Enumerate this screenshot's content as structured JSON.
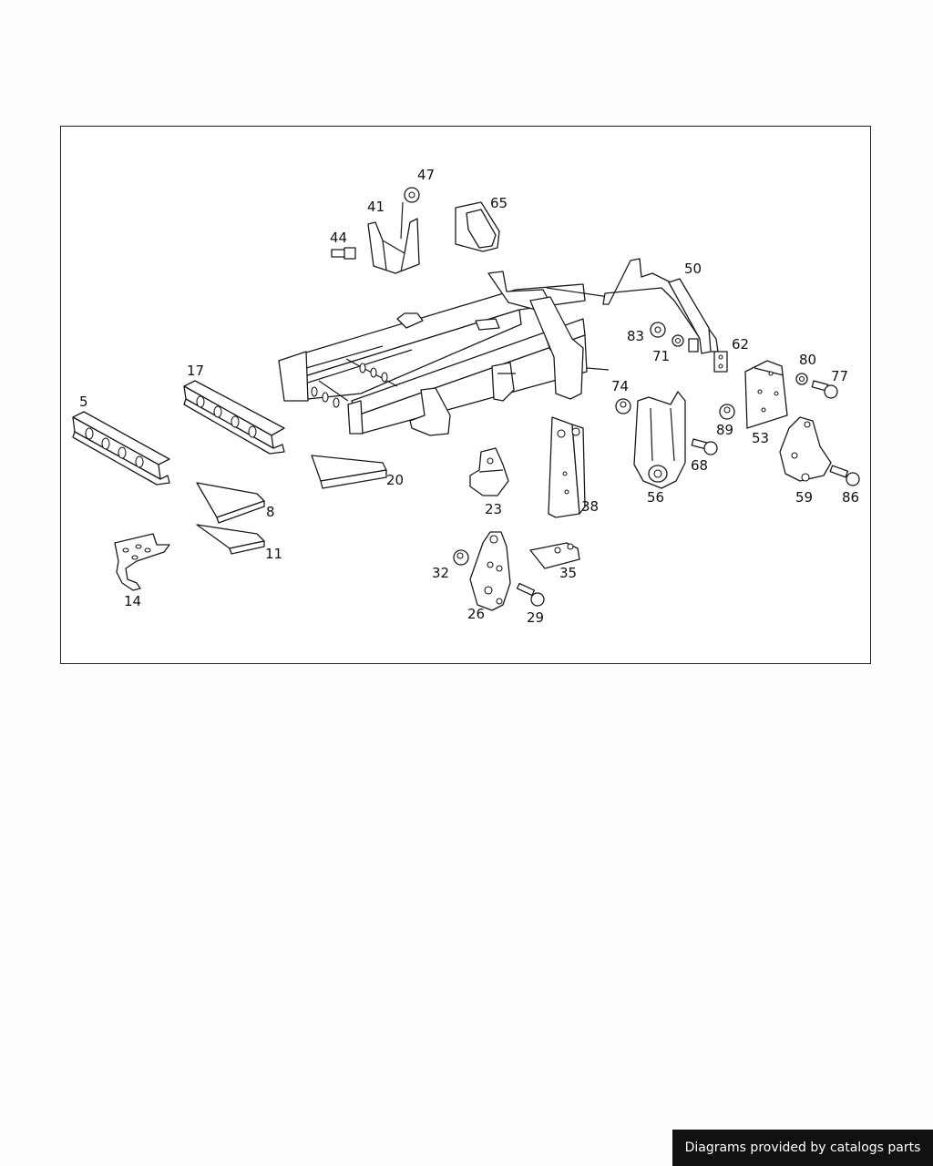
{
  "diagram": {
    "parts": [
      {
        "key": "p5",
        "number": "5"
      },
      {
        "key": "p8",
        "number": "8"
      },
      {
        "key": "p11",
        "number": "11"
      },
      {
        "key": "p14",
        "number": "14"
      },
      {
        "key": "p17",
        "number": "17"
      },
      {
        "key": "p20",
        "number": "20"
      },
      {
        "key": "p23",
        "number": "23"
      },
      {
        "key": "p26",
        "number": "26"
      },
      {
        "key": "p29",
        "number": "29"
      },
      {
        "key": "p32",
        "number": "32"
      },
      {
        "key": "p35",
        "number": "35"
      },
      {
        "key": "p38",
        "number": "38"
      },
      {
        "key": "p41",
        "number": "41"
      },
      {
        "key": "p44",
        "number": "44"
      },
      {
        "key": "p47",
        "number": "47"
      },
      {
        "key": "p50",
        "number": "50"
      },
      {
        "key": "p53",
        "number": "53"
      },
      {
        "key": "p56",
        "number": "56"
      },
      {
        "key": "p59",
        "number": "59"
      },
      {
        "key": "p62",
        "number": "62"
      },
      {
        "key": "p65",
        "number": "65"
      },
      {
        "key": "p68",
        "number": "68"
      },
      {
        "key": "p71",
        "number": "71"
      },
      {
        "key": "p74",
        "number": "74"
      },
      {
        "key": "p77",
        "number": "77"
      },
      {
        "key": "p80",
        "number": "80"
      },
      {
        "key": "p83",
        "number": "83"
      },
      {
        "key": "p86",
        "number": "86"
      },
      {
        "key": "p89",
        "number": "89"
      }
    ]
  },
  "footer": {
    "credit": "Diagrams provided by catalogs parts"
  }
}
